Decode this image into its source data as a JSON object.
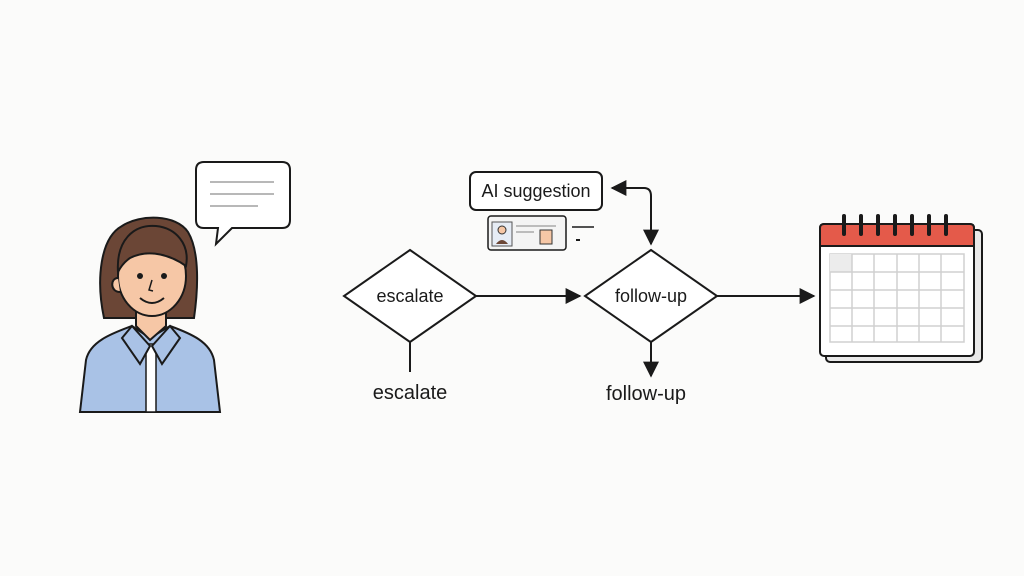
{
  "diagram": {
    "suggestion_box": {
      "label": "AI suggestion"
    },
    "decision_escalate": {
      "label": "escalate"
    },
    "decision_followup": {
      "label": "follow-up"
    },
    "outcome_escalate": {
      "label": "escalate"
    },
    "outcome_followup": {
      "label": "follow-up"
    }
  },
  "icons": {
    "person": "person-avatar-icon",
    "speech_bubble": "speech-bubble-icon",
    "profile_card": "profile-card-icon",
    "calendar": "calendar-icon"
  },
  "colors": {
    "shirt": "#a9c2e6",
    "hair": "#6b4636",
    "skin": "#f6c7a6",
    "calendar_header": "#e45a4a",
    "stroke": "#1a1a1a"
  }
}
